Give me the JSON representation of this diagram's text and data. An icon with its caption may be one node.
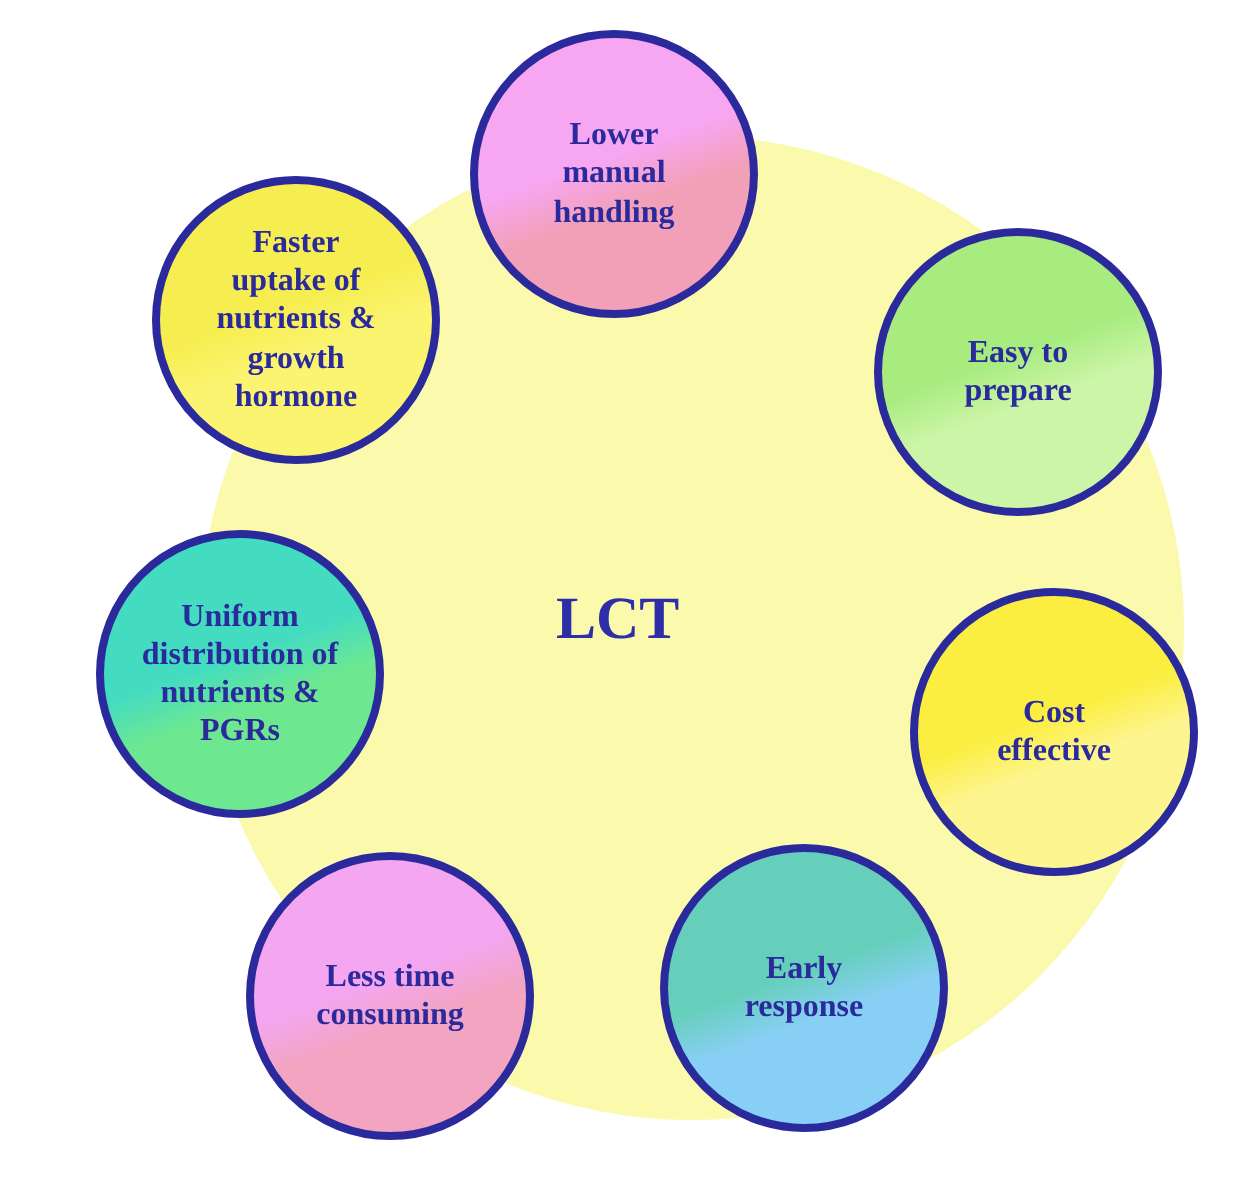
{
  "diagram": {
    "nodes": [
      {
        "text": [
          "LCT"
        ]
      },
      {
        "text": [
          "Lower manual handling"
        ]
      },
      {
        "text": [
          "Easy to prepare"
        ]
      },
      {
        "text": [
          "Cost effective"
        ]
      },
      {
        "text": [
          "Early response"
        ]
      },
      {
        "text": [
          "Less time consuming"
        ]
      },
      {
        "text": [
          "Uniform distribution of nutrients & PGRs"
        ]
      },
      {
        "text": [
          "Faster uptake of nutrients & growth hormone"
        ]
      }
    ],
    "edges": []
  }
}
